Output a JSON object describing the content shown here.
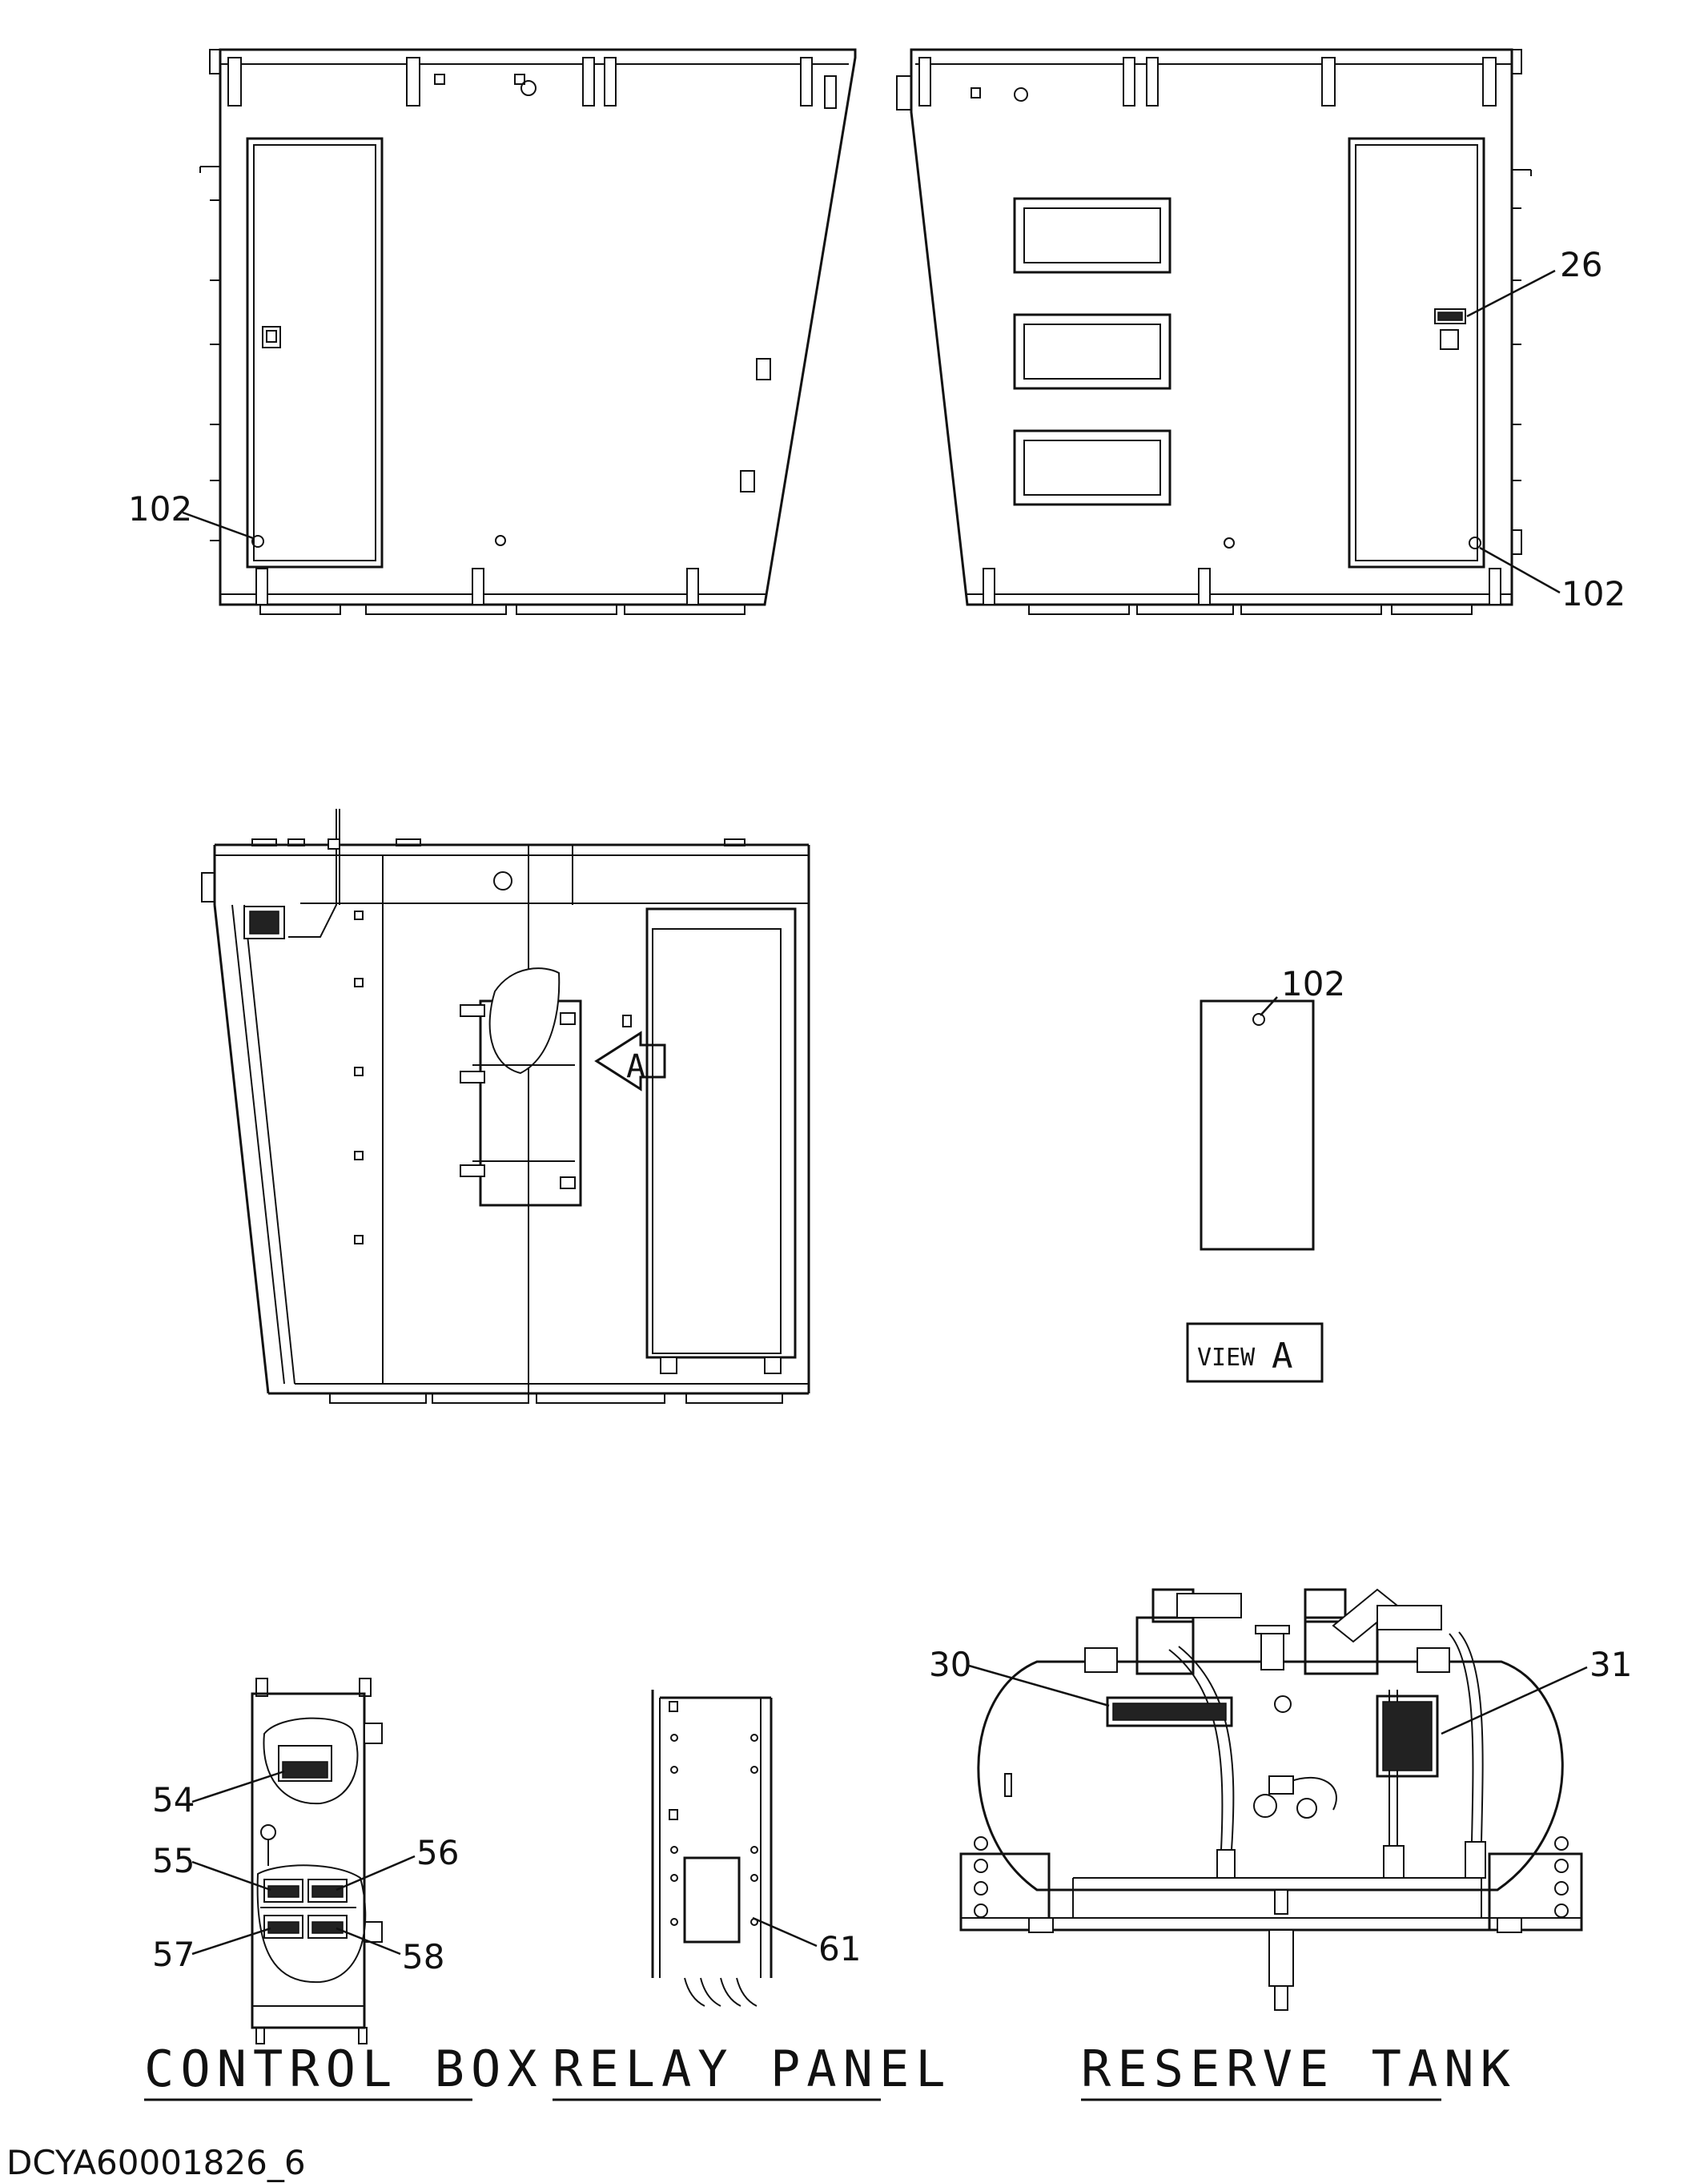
{
  "labels": {
    "view_a_word": "VIEW",
    "view_a_letter": "A",
    "arrow_letter": "A"
  },
  "callouts": {
    "c102_left": "102",
    "c102_right": "102",
    "c26": "26",
    "c102_view": "102",
    "c30": "30",
    "c31": "31",
    "c54": "54",
    "c55": "55",
    "c56": "56",
    "c57": "57",
    "c58": "58",
    "c61": "61"
  },
  "sections": {
    "control_box": "CONTROL BOX",
    "relay_panel": "RELAY PANEL",
    "reserve_tank": "RESERVE TANK"
  },
  "doc_id": "DCYA60001826_6",
  "colors": {
    "line": "#111111",
    "background": "#ffffff"
  }
}
